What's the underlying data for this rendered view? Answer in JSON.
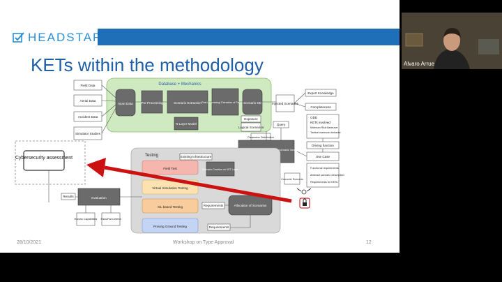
{
  "slide": {
    "brand": "HEADSTART",
    "title": "KETs within the methodology",
    "footer_date": "28/10/2021",
    "footer_event": "Workshop on Type Approval",
    "page_number": "12"
  },
  "participant": {
    "name": "Alvaro Arrue"
  },
  "diagram": {
    "inputs": [
      "Field Data",
      "Aerial Data",
      "Accident Data",
      "Simulator Studies"
    ],
    "db_title": "Database + Mechanics",
    "input_data": "Input Data",
    "preprocessing": "Pre-Processing",
    "scenario_extraction": "Scenario Extraction",
    "post_processing": "Post-Processing/ Extraction of Parameters",
    "scenario_db": "Scenario DB",
    "n_layer": "N-Layer Model",
    "injected": "Injected Scenarios",
    "expert": "Expert Knowledge",
    "completeness": "Completeness",
    "exposure": "Exposure",
    "logical": "Logical Scenarios",
    "param_dist": "Parameter Distribution",
    "query": "Query",
    "odd_list": [
      "ODD",
      "KETs involved",
      "Minimum Risk Maneuver",
      "Tactical maneuver behavior"
    ],
    "driving_function": "Driving function",
    "use_case": "Use Case",
    "req_list": [
      "Functional requirements",
      "Abstract scenario description",
      "Requirements for KETs"
    ],
    "selection": "Selection of Relevant Scenarios and Stochastic Variations",
    "testing": "Testing",
    "existing_infra": "Existing Infrastructure",
    "field_test": "Field Test",
    "scenario_creation": "Scenario Creation on KET Layer",
    "virtual_sim": "Virtual Simulation Testing",
    "xil": "XiL based Testing",
    "requirements": "Requirements",
    "proving_ground": "Proving Ground Testing",
    "allocation": "Allocation of Scenarios",
    "concrete": "Concrete Scenario",
    "evaluation": "Evaluation",
    "results": "Results",
    "human": "Human Capabilities",
    "passfail": "Pass/Fail Criteria",
    "cybersecurity": "Cybersecurity assessment"
  },
  "colors": {
    "accent": "#1f6fb8",
    "arrow": "#cc1111",
    "db_green": "#cfe9c0"
  },
  "icons": [
    "headstart-logo-icon",
    "lock-icon",
    "antenna-icon"
  ]
}
